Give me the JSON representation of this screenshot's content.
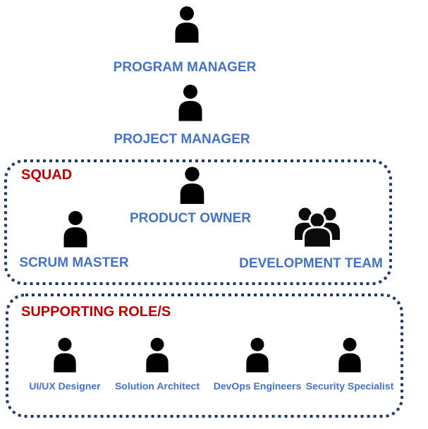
{
  "colors": {
    "label_blue": "#4472C4",
    "title_red": "#C00000",
    "border_navy": "#1F3864",
    "icon_black": "#0b0b0b"
  },
  "hierarchy": [
    {
      "label": "PROGRAM MANAGER",
      "icon": "person-icon"
    },
    {
      "label": "PROJECT MANAGER",
      "icon": "person-icon"
    }
  ],
  "squad": {
    "title": "SQUAD",
    "members": [
      {
        "label": "PRODUCT OWNER",
        "icon": "person-icon"
      },
      {
        "label": "SCRUM MASTER",
        "icon": "person-icon"
      },
      {
        "label": "DEVELOPMENT TEAM",
        "icon": "team-icon"
      }
    ]
  },
  "supporting": {
    "title": "SUPPORTING ROLE/S",
    "roles": [
      {
        "label": "UI/UX Designer",
        "icon": "person-icon"
      },
      {
        "label": "Solution Architect",
        "icon": "person-icon"
      },
      {
        "label": "DevOps Engineers",
        "icon": "person-icon"
      },
      {
        "label": "Security Specialist",
        "icon": "person-icon"
      }
    ]
  }
}
